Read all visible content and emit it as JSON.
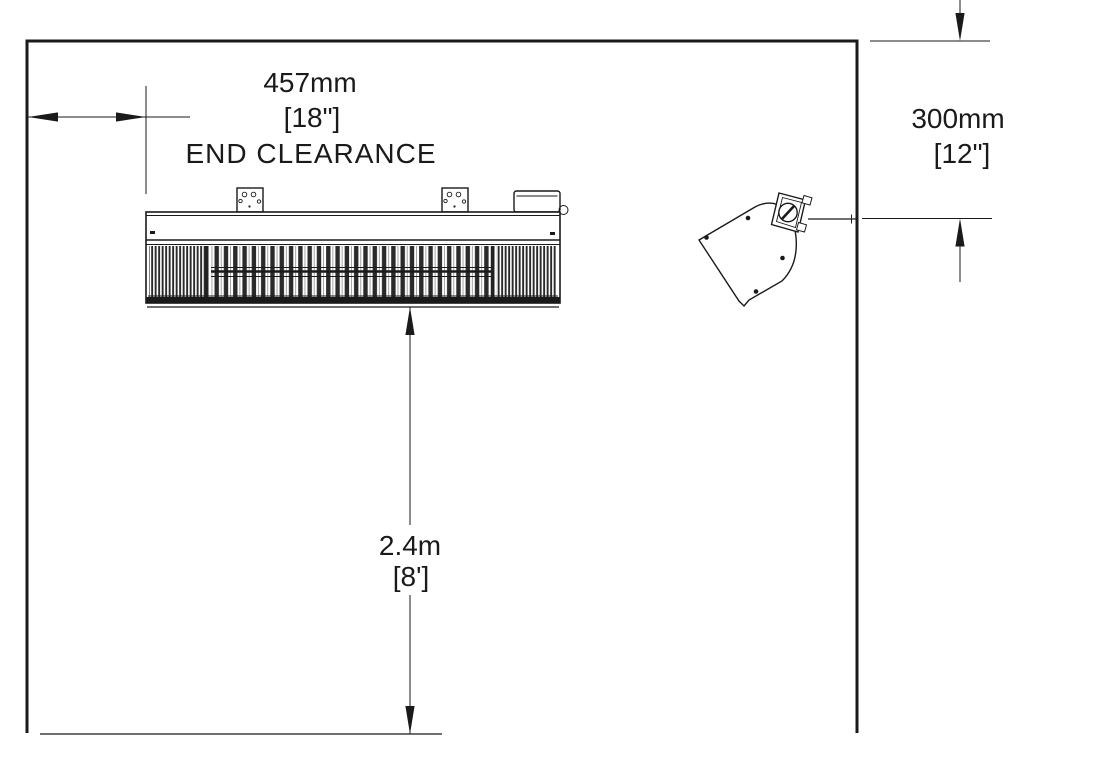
{
  "colors": {
    "line": "#1a1a1a",
    "bg": "#ffffff"
  },
  "labels": {
    "end_clearance": {
      "metric": "457mm",
      "imperial": "[18\"]",
      "caption": "END CLEARANCE"
    },
    "mounting_height": {
      "metric": "2.4m",
      "imperial": "[8']"
    },
    "top_clearance": {
      "metric": "300mm",
      "imperial": "[12\"]"
    }
  }
}
